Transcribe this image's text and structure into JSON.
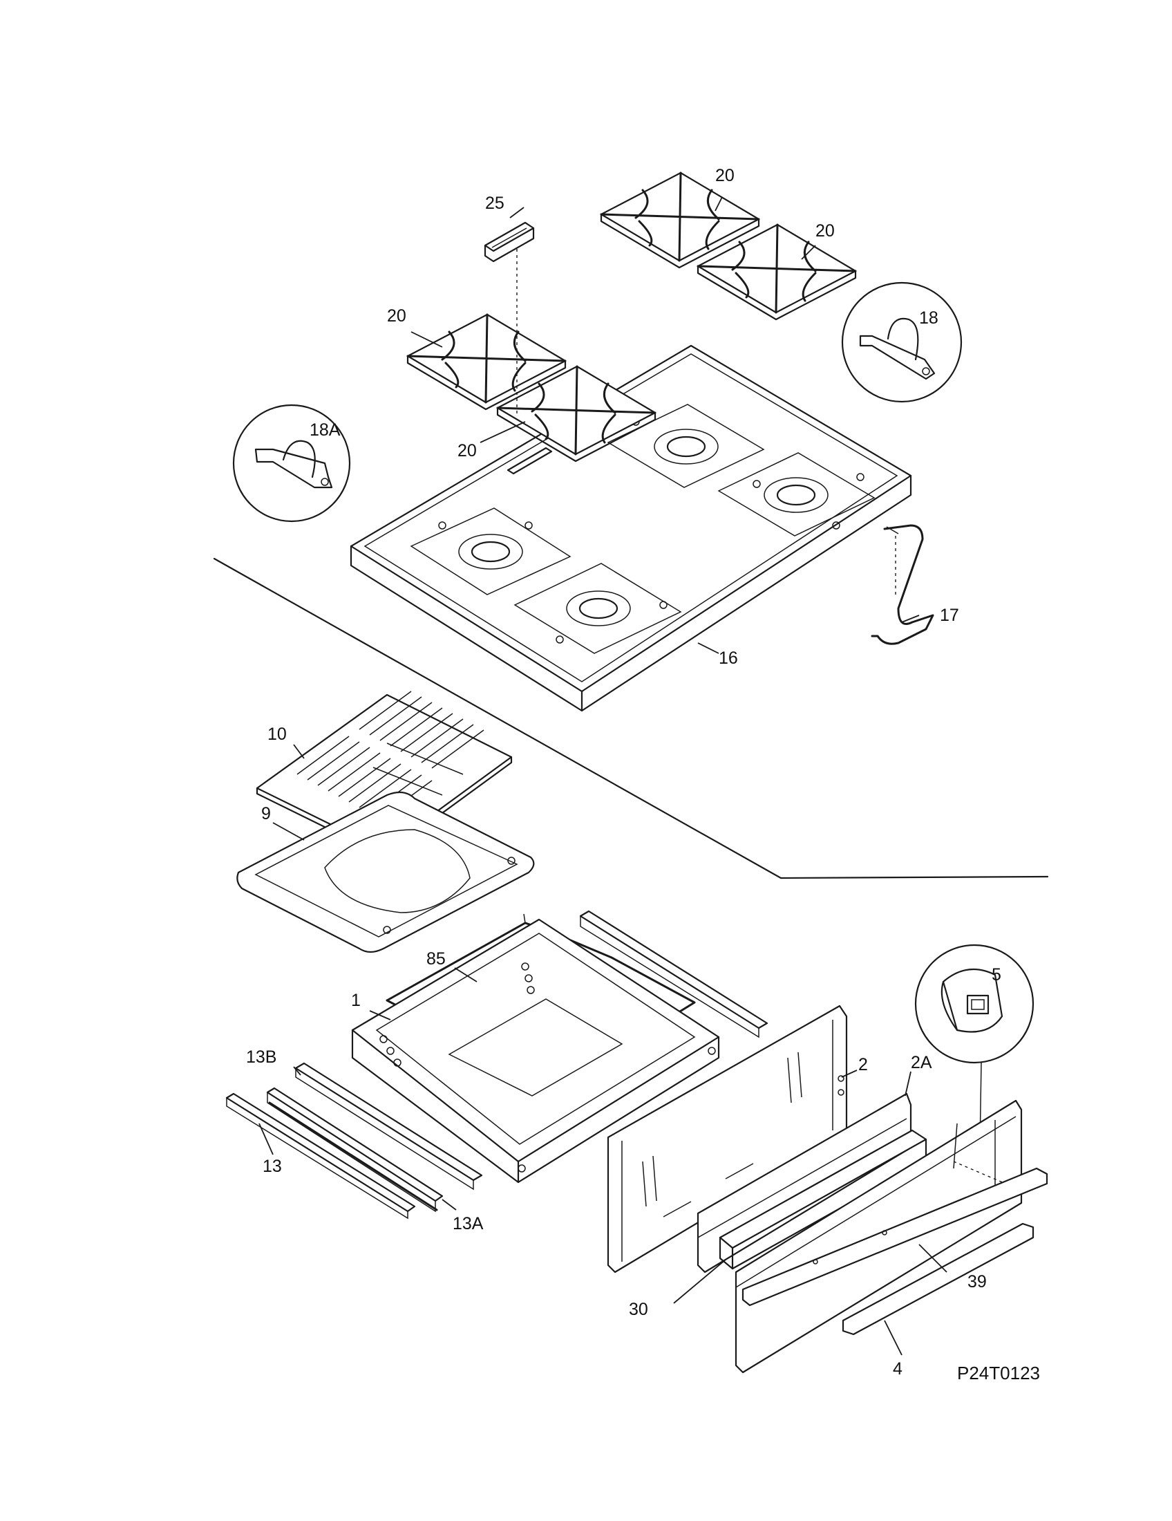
{
  "diagram": {
    "drawing_code": "P24T0123",
    "callouts": {
      "c25": "25",
      "c20a": "20",
      "c20b": "20",
      "c20c": "20",
      "c20d": "20",
      "c18": "18",
      "c18a": "18A",
      "c17": "17",
      "c16": "16",
      "c10": "10",
      "c9": "9",
      "c85": "85",
      "c1": "1",
      "c13b": "13B",
      "c13": "13",
      "c13a": "13A",
      "c5": "5",
      "c2": "2",
      "c2a": "2A",
      "c39": "39",
      "c30": "30",
      "c4": "4"
    }
  }
}
